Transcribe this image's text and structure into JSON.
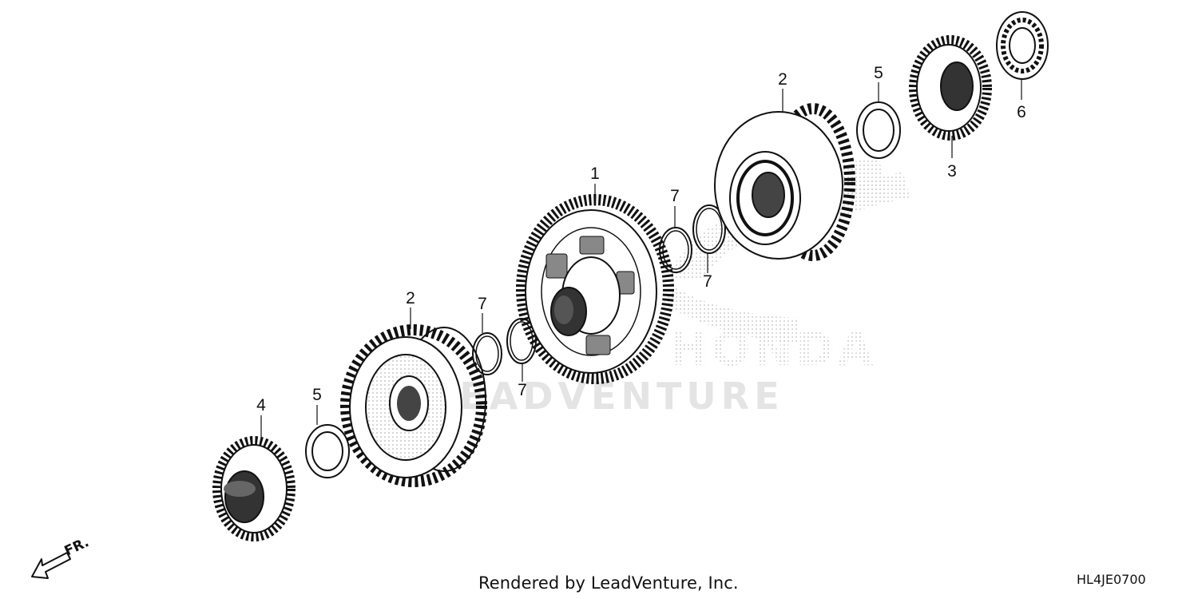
{
  "diagram": {
    "callouts": [
      "1",
      "2",
      "2",
      "3",
      "4",
      "5",
      "5",
      "6",
      "7",
      "7",
      "7",
      "7"
    ],
    "direction_label": "FR.",
    "watermark": {
      "brand": "HONDA",
      "text": "LEADVENTURE"
    }
  },
  "footer": {
    "credit": "Rendered by LeadVenture, Inc.",
    "diagram_code": "HL4JE0700"
  },
  "colors": {
    "line": "#111111",
    "shade": "#555555",
    "watermark": "#e4e4e4"
  }
}
